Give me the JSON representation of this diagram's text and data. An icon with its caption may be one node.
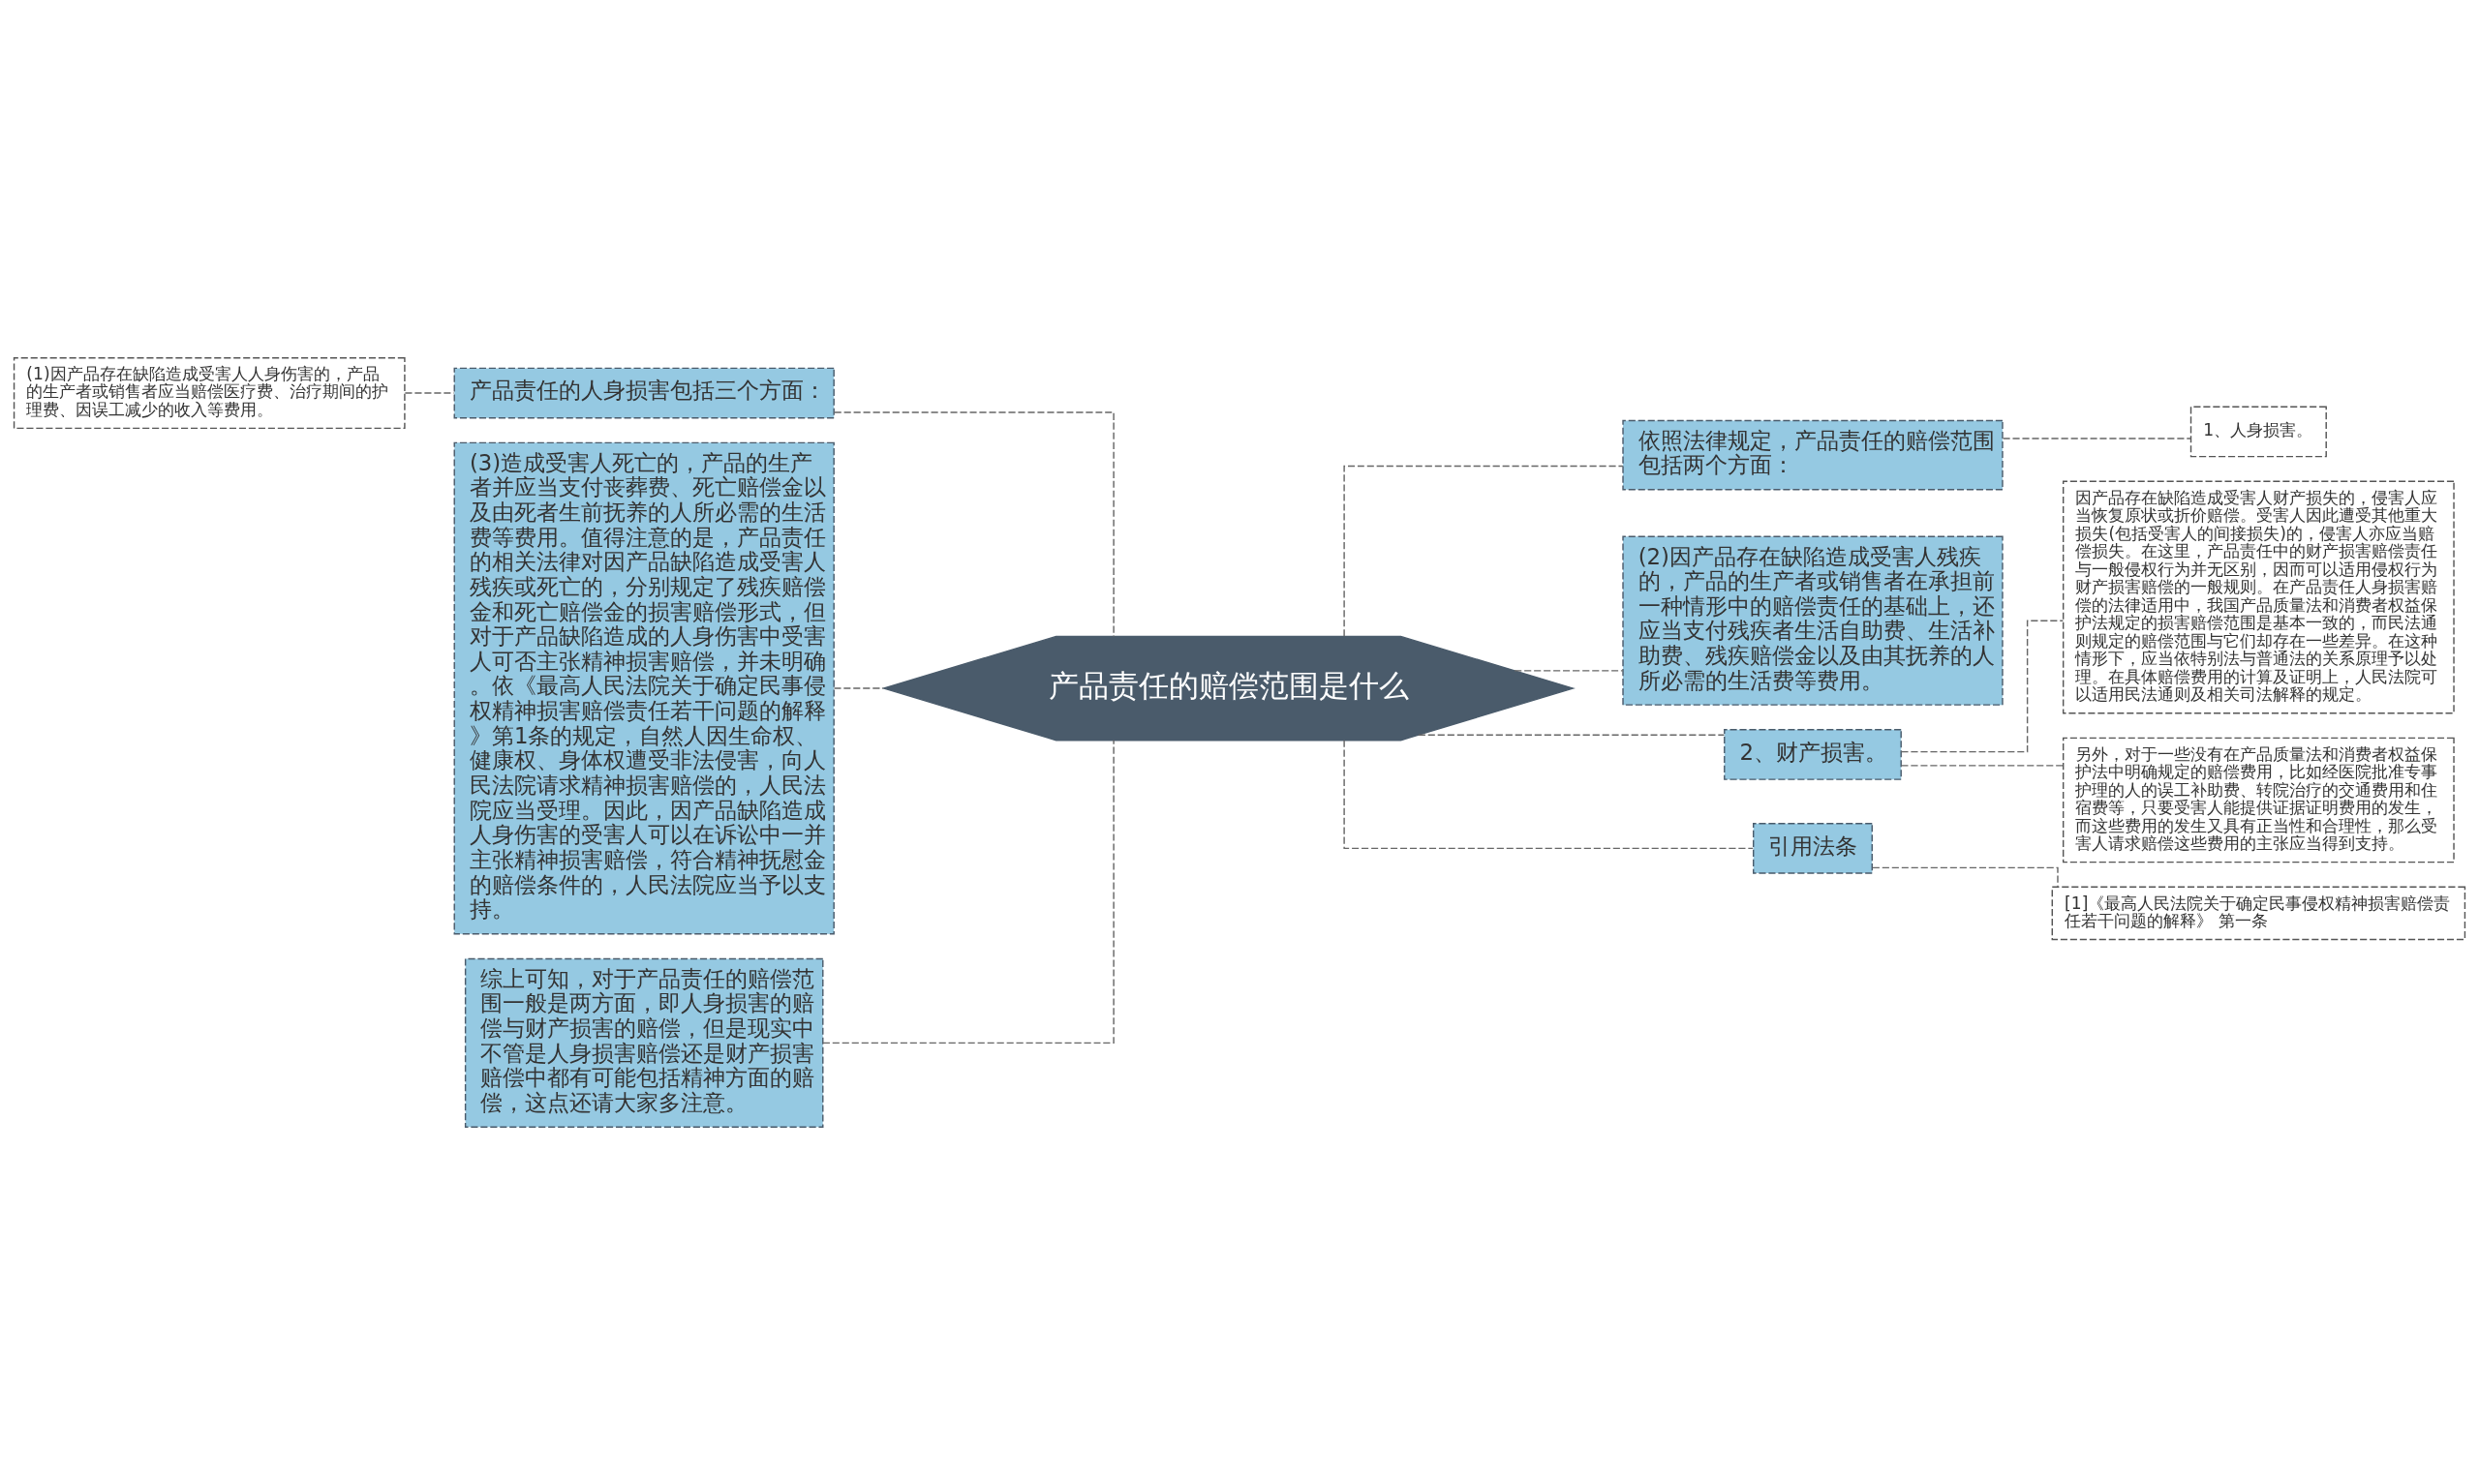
{
  "diagram": {
    "nodes": [
      {
        "text": [
          "产品责任的赔偿范围是什么"
        ]
      },
      {
        "text": [
          "产品责任的人身损害包括三个方面："
        ]
      },
      {
        "text": [
          "(1)因产品存在缺陷造成受害人人身伤害的，产品的生产者或销售者应当赔偿医疗费、治疗期间的护理费、因误工减少的收入等费用。"
        ]
      },
      {
        "text": [
          "(3)造成受害人死亡的，产品的生产者并应当支付丧葬费、死亡赔偿金以及由死者生前抚养的人所必需的生活费等费用。值得注意的是，产品责任的相关法律对因产品缺陷造成受害人残疾或死亡的，分别规定了残疾赔偿金和死亡赔偿金的损害赔偿形式，但对于产品缺陷造成的人身伤害中受害人可否主张精神损害赔偿，并未明确。依《最高人民法院关于确定民事侵权精神损害赔偿责任若干问题的解释》第1条的规定，自然人因生命权、健康权、身体权遭受非法侵害，向人民法院请求精神损害赔偿的，人民法院应当受理。因此，因产品缺陷造成人身伤害的受害人可以在诉讼中一并主张精神损害赔偿，符合精神抚慰金的赔偿条件的，人民法院应当予以支持。"
        ]
      },
      {
        "text": [
          "综上可知，对于产品责任的赔偿范围一般是两方面，即人身损害的赔偿与财产损害的赔偿，但是现实中不管是人身损害赔偿还是财产损害赔偿中都有可能包括精神方面的赔偿，这点还请大家多注意。"
        ]
      },
      {
        "text": [
          "依照法律规定，产品责任的赔偿范围包括两个方面："
        ]
      },
      {
        "text": [
          "1、人身损害。"
        ]
      },
      {
        "text": [
          "(2)因产品存在缺陷造成受害人残疾的，产品的生产者或销售者在承担前一种情形中的赔偿责任的基础上，还应当支付残疾者生活自助费、生活补助费、残疾赔偿金以及由其抚养的人所必需的生活费等费用。"
        ]
      },
      {
        "text": [
          "2、财产损害。"
        ]
      },
      {
        "text": [
          "因产品存在缺陷造成受害人财产损失的，侵害人应当恢复原状或折价赔偿。受害人因此遭受其他重大损失(包括受害人的间接损失)的，侵害人亦应当赔偿损失。在这里，产品责任中的财产损害赔偿责任与一般侵权行为并无区别，因而可以适用侵权行为财产损害赔偿的一般规则。在产品责任人身损害赔偿的法律适用中，我国产品质量法和消费者权益保护法规定的损害赔偿范围是基本一致的，而民法通则规定的赔偿范围与它们却存在一些差异。在这种情形下，应当依特别法与普通法的关系原理予以处理。在具体赔偿费用的计算及证明上，人民法院可以适用民法通则及相关司法解释的规定。"
        ]
      },
      {
        "text": [
          "另外，对于一些没有在产品质量法和消费者权益保护法中明确规定的赔偿费用，比如经医院批准专事护理的人的误工补助费、转院治疗的交通费用和住宿费等，只要受害人能提供证据证明费用的发生，而这些费用的发生又具有正当性和合理性，那么受害人请求赔偿这些费用的主张应当得到支持。"
        ]
      },
      {
        "text": [
          "引用法条"
        ]
      },
      {
        "text": [
          "[1]《最高人民法院关于确定民事侵权精神损害赔偿责任若干问题的解释》 第一条"
        ]
      }
    ],
    "edges": [
      {
        "from": 0,
        "to": 1,
        "arrow": "none"
      },
      {
        "from": 1,
        "to": 2,
        "arrow": "none"
      },
      {
        "from": 0,
        "to": 3,
        "arrow": "none"
      },
      {
        "from": 0,
        "to": 4,
        "arrow": "none"
      },
      {
        "from": 0,
        "to": 5,
        "arrow": "none"
      },
      {
        "from": 5,
        "to": 6,
        "arrow": "none"
      },
      {
        "from": 0,
        "to": 7,
        "arrow": "none"
      },
      {
        "from": 0,
        "to": 8,
        "arrow": "none"
      },
      {
        "from": 8,
        "to": 9,
        "arrow": "none"
      },
      {
        "from": 8,
        "to": 10,
        "arrow": "none"
      },
      {
        "from": 0,
        "to": 11,
        "arrow": "none"
      },
      {
        "from": 11,
        "to": 12,
        "arrow": "none"
      }
    ]
  }
}
